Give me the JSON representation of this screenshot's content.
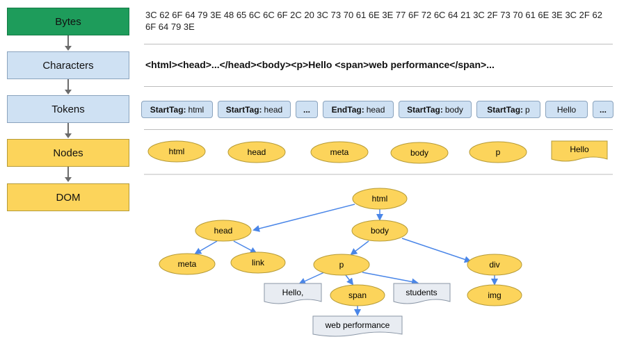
{
  "pipeline": {
    "bytes": "Bytes",
    "characters": "Characters",
    "tokens": "Tokens",
    "nodes": "Nodes",
    "dom": "DOM"
  },
  "bytes_hex": "3C 62 6F 64 79 3E 48 65 6C 6C 6F 2C 20 3C 73 70 61 6E 3E 77 6F 72 6C 64 21 3C 2F 73 70 61 6E 3E 3C 2F 62 6F 64 79 3E",
  "characters_text": "<html><head>...</head><body><p>Hello <span>web performance</span>...",
  "tokens": [
    {
      "kind": "StartTag:",
      "value": "html"
    },
    {
      "kind": "StartTag:",
      "value": "head"
    },
    {
      "kind": "",
      "value": "..."
    },
    {
      "kind": "EndTag:",
      "value": "head"
    },
    {
      "kind": "StartTag:",
      "value": "body"
    },
    {
      "kind": "StartTag:",
      "value": "p"
    },
    {
      "kind": "",
      "value": "Hello"
    },
    {
      "kind": "",
      "value": "..."
    }
  ],
  "nodes": {
    "html": "html",
    "head": "head",
    "meta": "meta",
    "body": "body",
    "p": "p",
    "hello": "Hello"
  },
  "dom": {
    "html": "html",
    "head": "head",
    "body": "body",
    "meta": "meta",
    "link": "link",
    "p": "p",
    "div": "div",
    "hello": "Hello,",
    "span": "span",
    "students": "students",
    "img": "img",
    "web_performance": "web performance"
  },
  "colors": {
    "green": "#1e9c5b",
    "blue": "#cfe1f3",
    "yellow": "#fcd45b",
    "edge": "#4a86e8",
    "grey_box": "#e8ecf2"
  }
}
